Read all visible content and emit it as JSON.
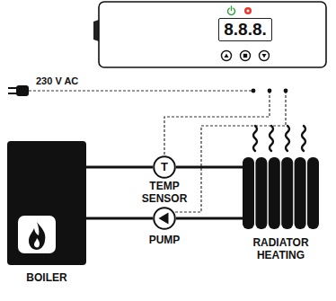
{
  "diagram": {
    "nodes": [
      {
        "text": [
          "8.8.8."
        ]
      },
      {
        "text": [
          "BOILER"
        ]
      },
      {
        "text": [
          "T",
          "TEMP SENSOR"
        ]
      },
      {
        "text": [
          "RADIATOR HEATING"
        ]
      },
      {
        "text": [
          "PUMP"
        ]
      }
    ],
    "edges": [
      {
        "from": 1,
        "to": 2,
        "arrow": "none"
      },
      {
        "from": 2,
        "to": 3,
        "arrow": "none"
      },
      {
        "from": 1,
        "to": 4,
        "arrow": "none"
      },
      {
        "from": 4,
        "to": 3,
        "arrow": "none"
      }
    ],
    "labels": [
      "230 V AC"
    ]
  }
}
